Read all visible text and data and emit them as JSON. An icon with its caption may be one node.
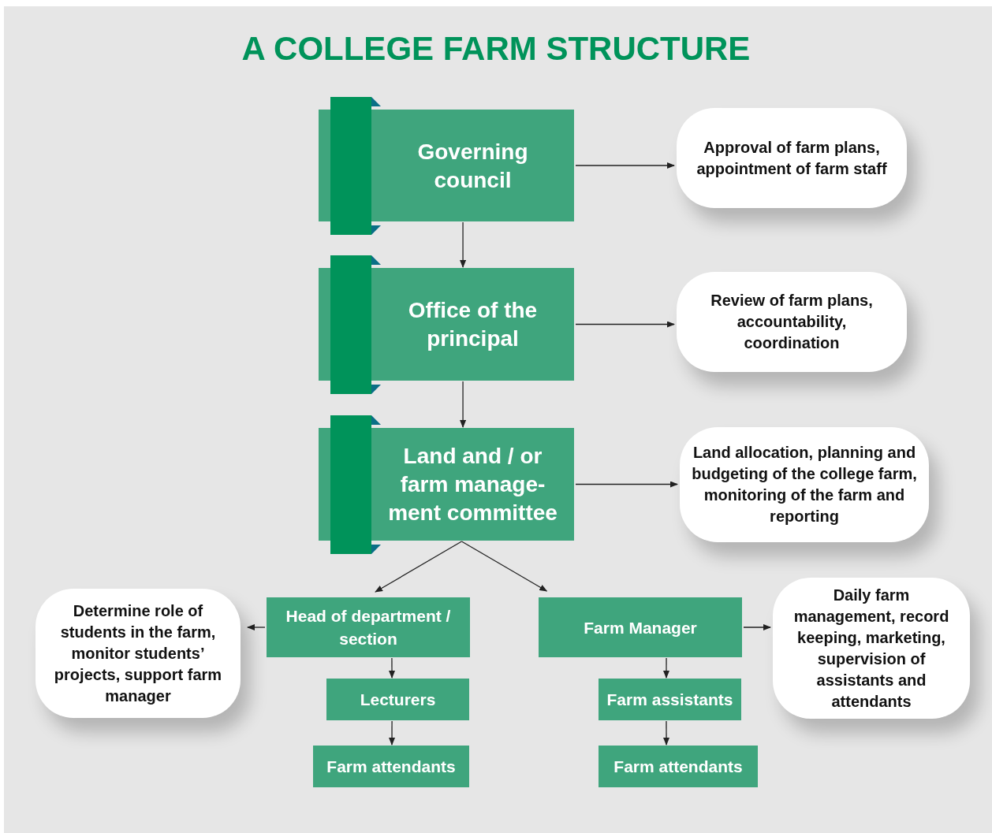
{
  "diagram": {
    "title": "A COLLEGE FARM STRUCTURE",
    "nodes": [
      {
        "text": [
          "Governing council"
        ]
      },
      {
        "text": [
          "Approval of farm plans, appointment of farm staff"
        ]
      },
      {
        "text": [
          "Office of the principal"
        ]
      },
      {
        "text": [
          "Review of farm plans, accountability, coordination"
        ]
      },
      {
        "text": [
          "Land and / or farm manage-ment committee"
        ]
      },
      {
        "text": [
          "Land allocation, planning and budgeting of the college farm, monitoring of the farm and reporting"
        ]
      },
      {
        "text": [
          "Head of department / section"
        ]
      },
      {
        "text": [
          "Determine role of students in the farm, monitor students’ projects, support farm manager"
        ]
      },
      {
        "text": [
          "Farm Manager"
        ]
      },
      {
        "text": [
          "Daily farm management, record keeping, marketing, supervision of assistants and attendants"
        ]
      },
      {
        "text": [
          "Lecturers"
        ]
      },
      {
        "text": [
          "Farm attendants"
        ]
      },
      {
        "text": [
          "Farm assistants"
        ]
      },
      {
        "text": [
          "Farm attendants"
        ]
      }
    ],
    "edges": [
      {
        "from": 0,
        "to": 1,
        "arrow": "to"
      },
      {
        "from": 0,
        "to": 2,
        "arrow": "to"
      },
      {
        "from": 2,
        "to": 3,
        "arrow": "to"
      },
      {
        "from": 2,
        "to": 4,
        "arrow": "to"
      },
      {
        "from": 4,
        "to": 5,
        "arrow": "to"
      },
      {
        "from": 4,
        "to": 6,
        "arrow": "to"
      },
      {
        "from": 4,
        "to": 8,
        "arrow": "to"
      },
      {
        "from": 6,
        "to": 7,
        "arrow": "to"
      },
      {
        "from": 8,
        "to": 9,
        "arrow": "to"
      },
      {
        "from": 6,
        "to": 10,
        "arrow": "to"
      },
      {
        "from": 10,
        "to": 11,
        "arrow": "to"
      },
      {
        "from": 8,
        "to": 12,
        "arrow": "to"
      },
      {
        "from": 12,
        "to": 13,
        "arrow": "to"
      }
    ]
  }
}
